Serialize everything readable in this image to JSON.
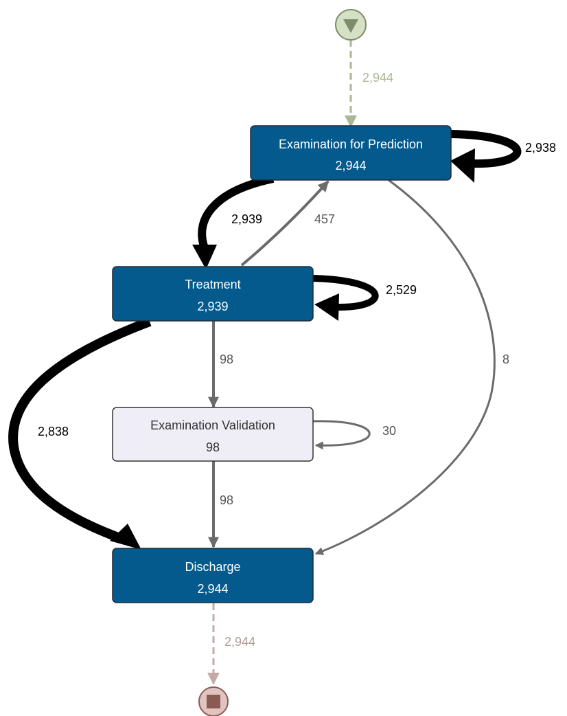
{
  "colors": {
    "activity_fill": "#045a8d",
    "activity_text": "#ffffff",
    "light_fill": "#efedf5",
    "light_text": "#333333",
    "edge_heavy": "#000000",
    "edge_light": "#6b6b6b",
    "start_fill": "#d5e0c4",
    "start_stroke": "#7d8d6b",
    "start_edge": "#a9b893",
    "end_fill": "#e1c4c0",
    "end_stroke": "#8a5a55",
    "end_edge": "#c3aaa5"
  },
  "start_event": {
    "icon": "triangle-down-icon"
  },
  "end_event": {
    "icon": "stop-square-icon"
  },
  "nodes": {
    "exam_prediction": {
      "name": "Examination for Prediction",
      "count": "2,944"
    },
    "treatment": {
      "name": "Treatment",
      "count": "2,939"
    },
    "exam_validation": {
      "name": "Examination Validation",
      "count": "98"
    },
    "discharge": {
      "name": "Discharge",
      "count": "2,944"
    }
  },
  "edges": {
    "start_to_exam_prediction": "2,944",
    "exam_prediction_self": "2,938",
    "exam_prediction_to_treatment": "2,939",
    "treatment_to_exam_prediction": "457",
    "exam_prediction_to_discharge": "8",
    "treatment_self": "2,529",
    "treatment_to_exam_validation": "98",
    "treatment_to_discharge": "2,838",
    "exam_validation_self": "30",
    "exam_validation_to_discharge": "98",
    "discharge_to_end": "2,944"
  }
}
